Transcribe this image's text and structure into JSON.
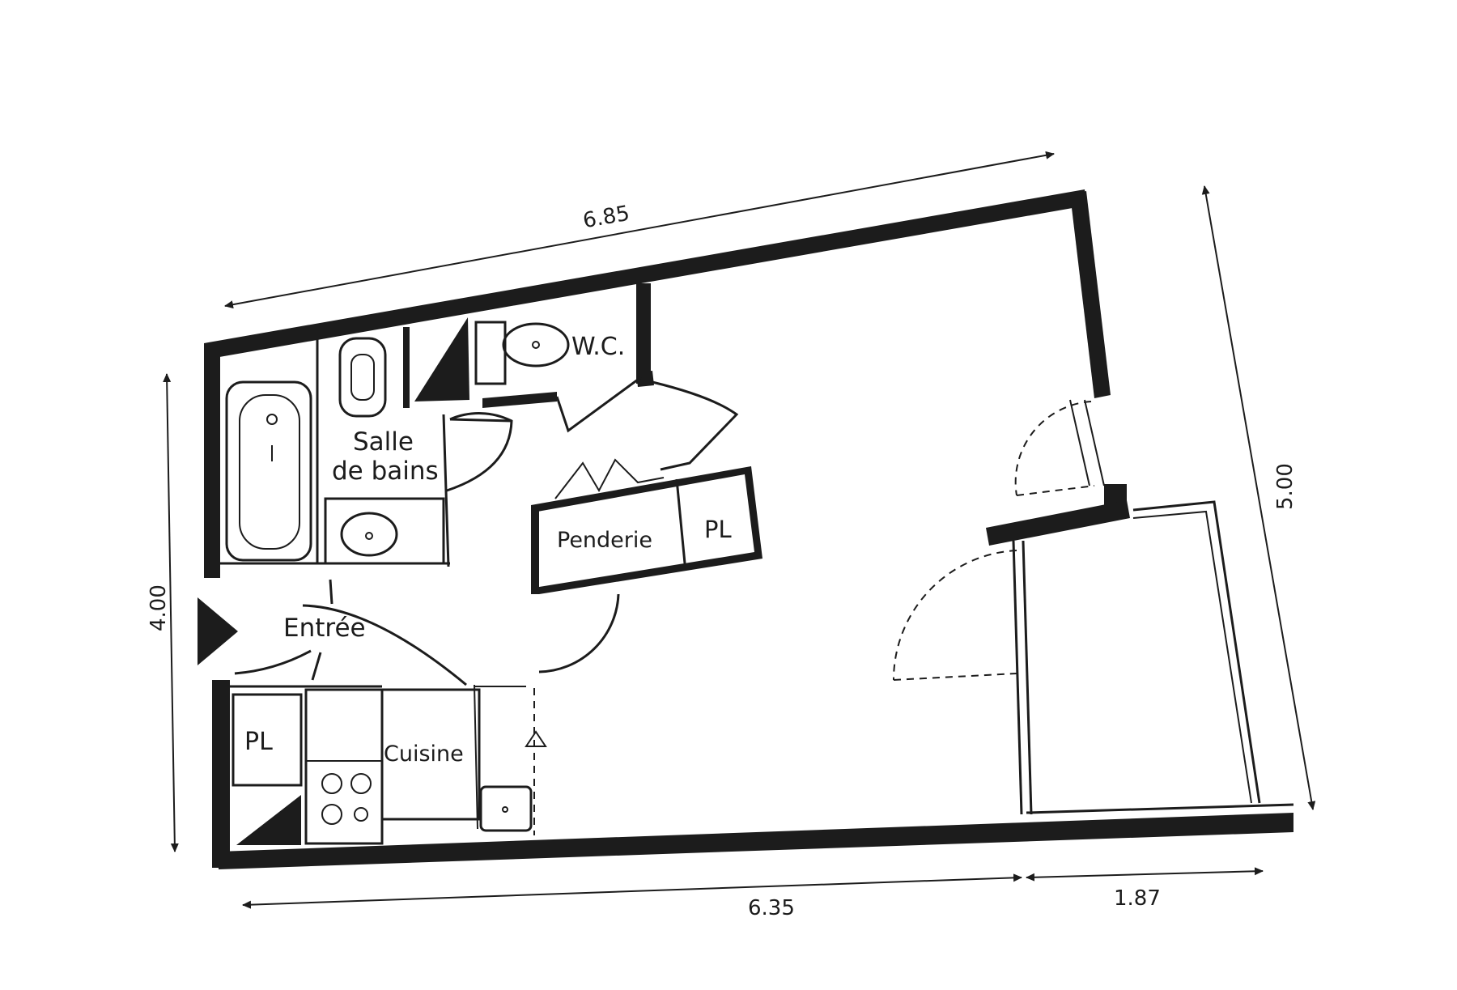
{
  "dimensions": {
    "top": "6.85",
    "right": "5.00",
    "left": "4.00",
    "bottom_main": "6.35",
    "bottom_balcony": "1.87"
  },
  "rooms": {
    "wc": "W.C.",
    "bathroom_line1": "Salle",
    "bathroom_line2": "de bains",
    "wardrobe": "Penderie",
    "cupboard_upper": "PL",
    "entrance": "Entrée",
    "cupboard_lower": "PL",
    "kitchen": "Cuisine"
  }
}
